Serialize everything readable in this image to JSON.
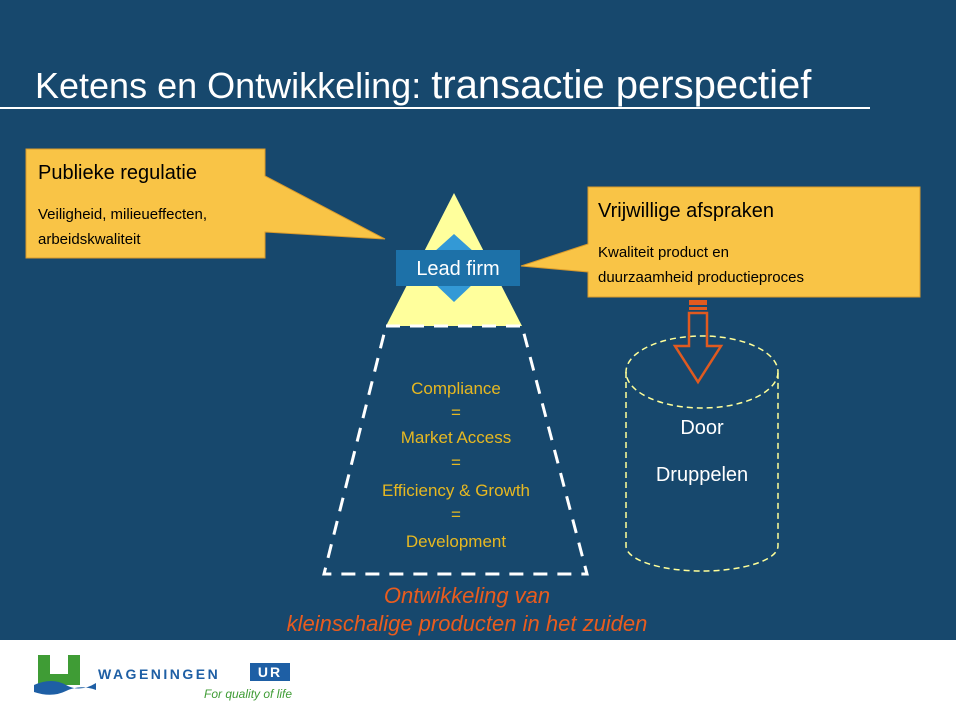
{
  "slide": {
    "title_part1": "Ketens en Ontwikkeling: ",
    "title_part2": "transactie perspectief",
    "callout_left": {
      "heading": "Publieke regulatie",
      "line1": "Veiligheid, milieueffecten,",
      "line2": "arbeidskwaliteit"
    },
    "callout_right": {
      "heading": "Vrijwillige afspraken",
      "line1": "Kwaliteit product en",
      "line2": "duurzaamheid productieproces"
    },
    "lead_firm": "Lead firm",
    "pyramid_text": [
      "Compliance",
      "=",
      "Market Access",
      "=",
      "Efficiency & Growth",
      "=",
      "Development"
    ],
    "cylinder_text": [
      "Door",
      "Druppelen"
    ],
    "bottom_caption": [
      "Ontwikkeling van",
      "kleinschalige producten in het zuiden"
    ]
  },
  "logo": {
    "name_part1": "WAGENINGEN",
    "name_part2": "UR",
    "tagline": "For quality of life"
  },
  "colors": {
    "background": "#17486d",
    "callout": "#f9c446",
    "pyramid_top": "#ffff9c",
    "lead_firm_box": "#1d71a8",
    "arrow_blue": "#3399d6",
    "pyramid_text": "#e7b821",
    "caption": "#e95c1e",
    "drip_arrow": "#e05a20",
    "dashed": "#ffff99",
    "logo_green": "#3f9c35",
    "logo_blue": "#1e5fa5"
  }
}
